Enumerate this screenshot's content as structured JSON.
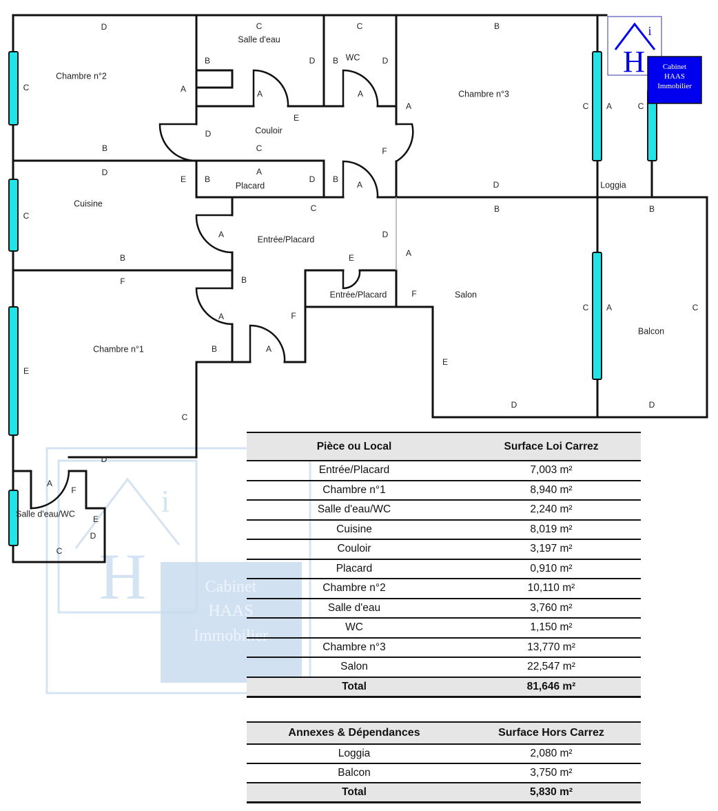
{
  "rooms": {
    "chambre2": "Chambre n°2",
    "salle_deau": "Salle d'eau",
    "wc": "WC",
    "chambre3": "Chambre n°3",
    "couloir": "Couloir",
    "placard": "Placard",
    "cuisine": "Cuisine",
    "entree_placard": "Entrée/Placard",
    "entree_placard2": "Entrée/Placard",
    "chambre1": "Chambre n°1",
    "salon": "Salon",
    "loggia": "Loggia",
    "balcon": "Balcon",
    "salle_deau_wc": "Salle d'eau/WC"
  },
  "wall_letters": {
    "A": "A",
    "B": "B",
    "C": "C",
    "D": "D",
    "E": "E",
    "F": "F"
  },
  "logo": {
    "letter": "H",
    "accent": "i",
    "line1": "Cabinet",
    "line2": "HAAS",
    "line3": "Immobilier",
    "brand_color": "#0000ee"
  },
  "colors": {
    "window": "#22e3e6",
    "header_bg": "#e6e6e6",
    "watermark": "#c9dcef"
  },
  "table_carrez": {
    "headers": [
      "Pièce ou Local",
      "Surface Loi Carrez"
    ],
    "rows": [
      {
        "name": "Entrée/Placard",
        "surface": "7,003 m²"
      },
      {
        "name": "Chambre n°1",
        "surface": "8,940 m²"
      },
      {
        "name": "Salle d'eau/WC",
        "surface": "2,240 m²"
      },
      {
        "name": "Cuisine",
        "surface": "8,019 m²"
      },
      {
        "name": "Couloir",
        "surface": "3,197 m²"
      },
      {
        "name": "Placard",
        "surface": "0,910 m²"
      },
      {
        "name": "Chambre n°2",
        "surface": "10,110 m²"
      },
      {
        "name": "Salle d'eau",
        "surface": "3,760 m²"
      },
      {
        "name": "WC",
        "surface": "1,150 m²"
      },
      {
        "name": "Chambre n°3",
        "surface": "13,770 m²"
      },
      {
        "name": "Salon",
        "surface": "22,547 m²"
      }
    ],
    "total": {
      "name": "Total",
      "surface": "81,646 m²"
    }
  },
  "table_hors_carrez": {
    "headers": [
      "Annexes & Dépendances",
      "Surface Hors Carrez"
    ],
    "rows": [
      {
        "name": "Loggia",
        "surface": "2,080 m²"
      },
      {
        "name": "Balcon",
        "surface": "3,750 m²"
      }
    ],
    "total": {
      "name": "Total",
      "surface": "5,830 m²"
    }
  }
}
